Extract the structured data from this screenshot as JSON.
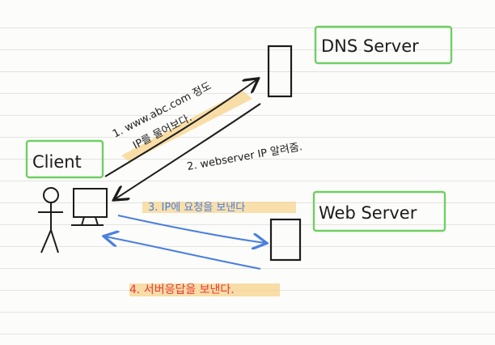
{
  "nodes": {
    "dns_server": "DNS Server",
    "client": "Client",
    "web_server": "Web Server"
  },
  "steps": {
    "step1_line1": "1. www.abc.com 정도",
    "step1_line2": "IP를 물어보다.",
    "step2": "2. webserver IP 알려줌.",
    "step3": "3. IP에 요청을 보낸다",
    "step4": "4. 서버응답을 보낸다."
  },
  "colors": {
    "box_border": "#6fcf64",
    "highlight": "#f7d38a",
    "ink": "#1c1c1c",
    "blue_arrow": "#4a7fe0",
    "red_text": "#e83a3a"
  }
}
